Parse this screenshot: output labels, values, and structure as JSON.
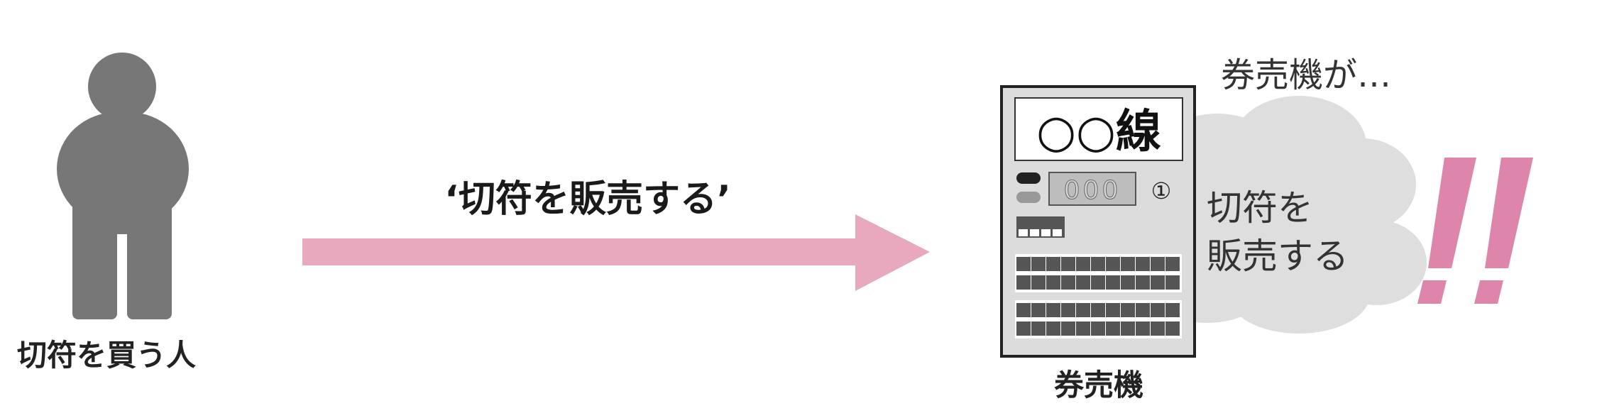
{
  "person": {
    "label": "切符を買う人",
    "color": "#777777"
  },
  "arrow": {
    "label": "‘切符を販売する’",
    "color": "#e8a8be"
  },
  "machine": {
    "sign": "○○線",
    "label": "券売機",
    "display_digits": "000",
    "power_symbol": "①"
  },
  "cloud": {
    "header": "券売機が…",
    "line1": "切符を",
    "line2": "販売する",
    "color": "#dedede"
  },
  "exclamation": {
    "text": "!!",
    "color": "#dd85aa"
  }
}
